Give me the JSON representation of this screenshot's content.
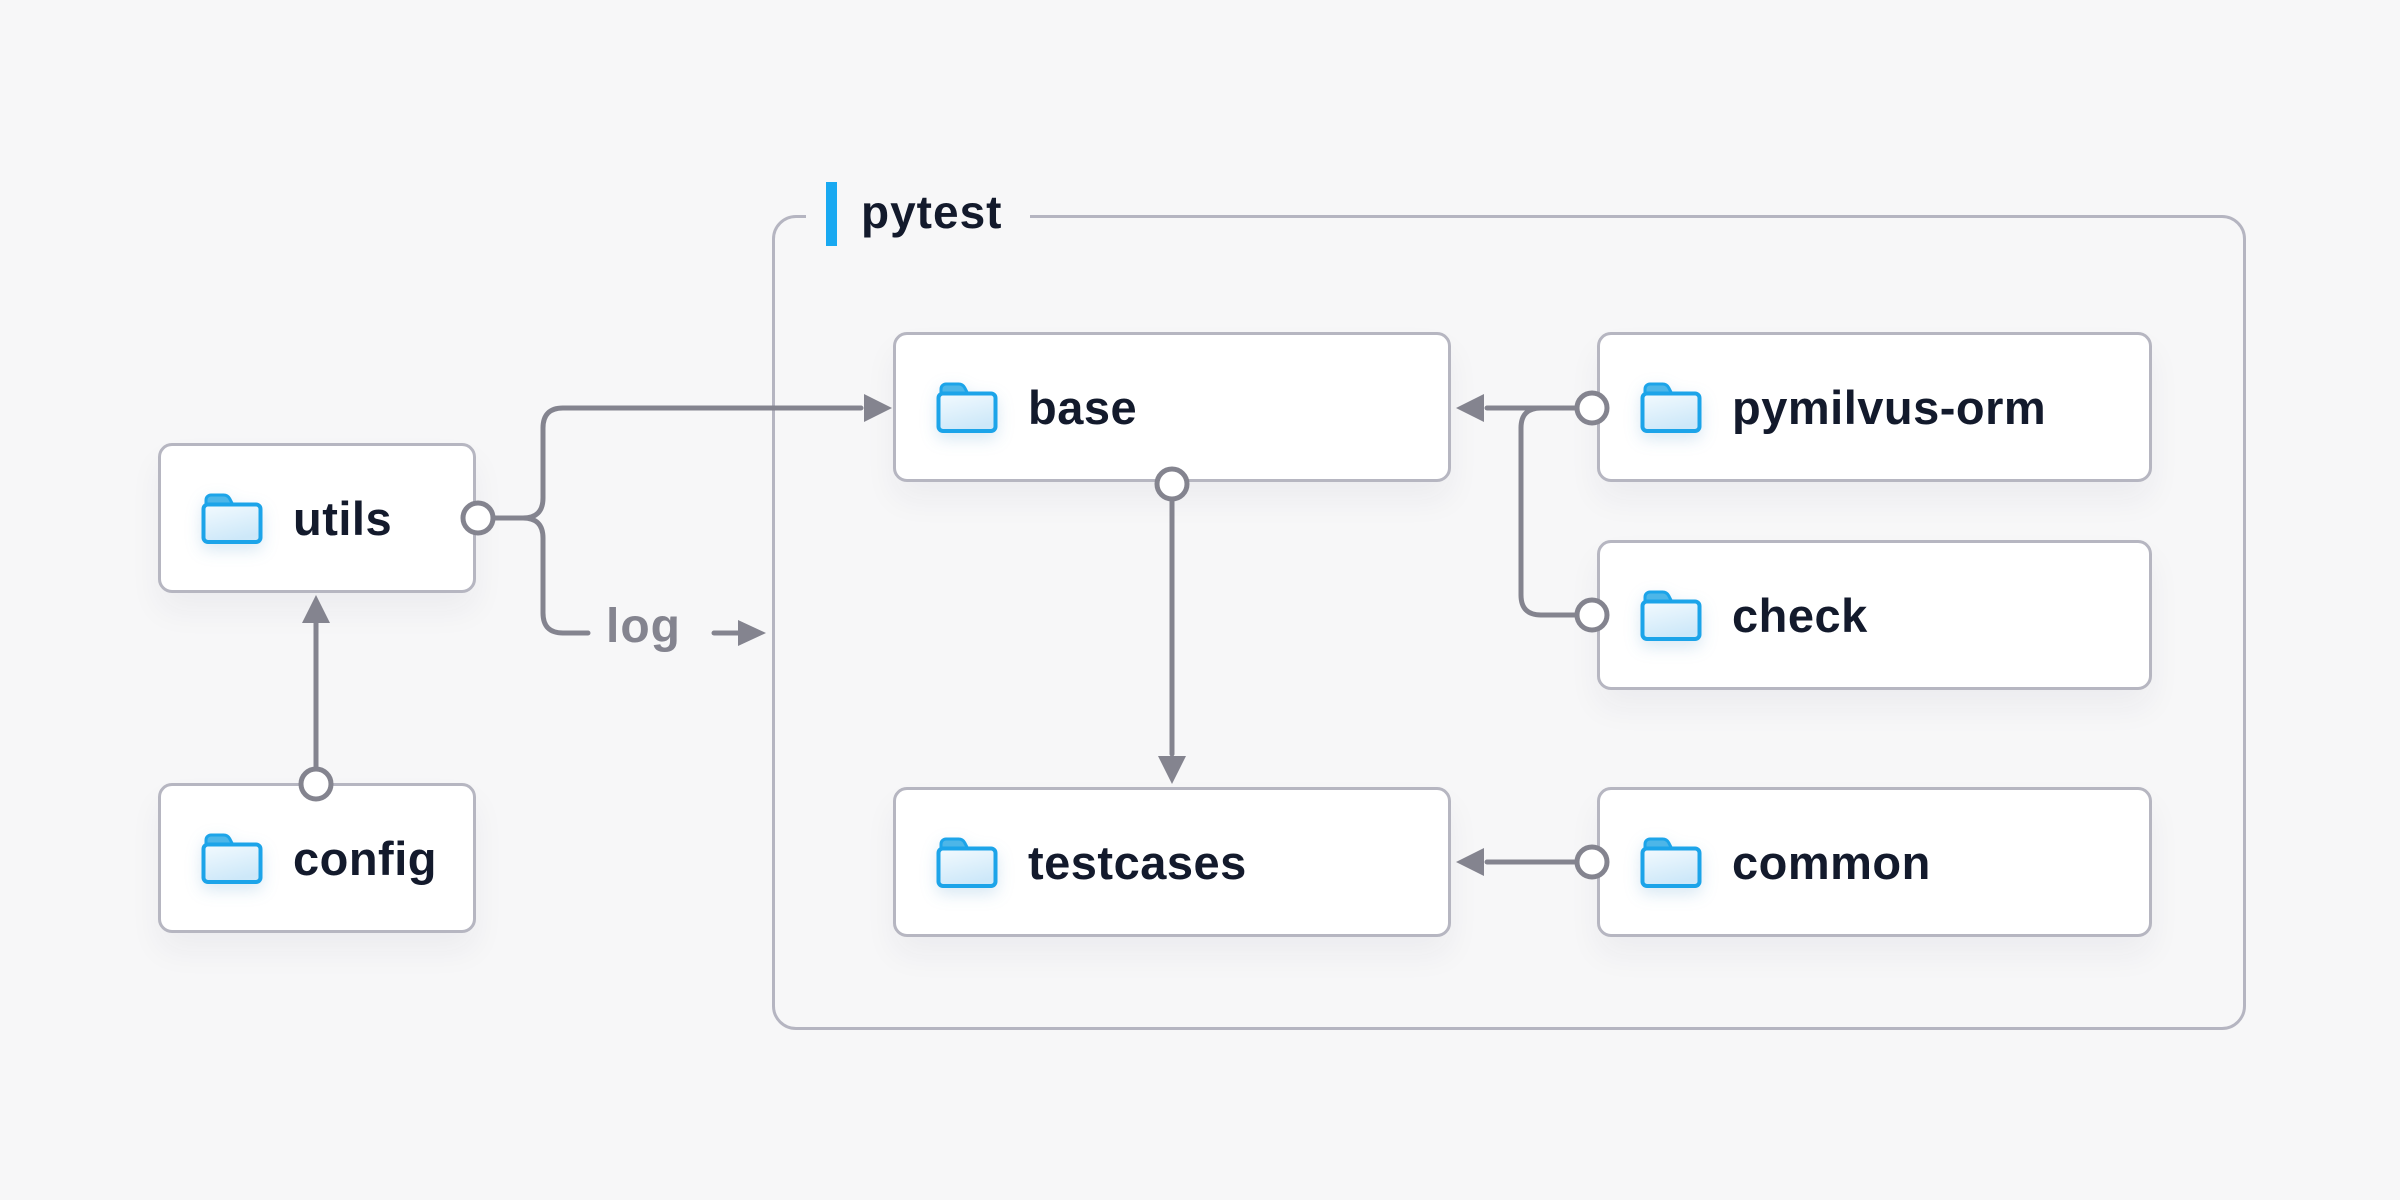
{
  "diagram": {
    "type": "dependency-diagram",
    "background": "#f7f7f8",
    "container": {
      "label": "pytest",
      "accent_color": "#19a9f1",
      "border_color": "#b5b5c1"
    },
    "nodes": [
      {
        "id": "utils",
        "label": "utils",
        "icon": "folder-icon"
      },
      {
        "id": "config",
        "label": "config",
        "icon": "folder-icon"
      },
      {
        "id": "base",
        "label": "base",
        "icon": "folder-icon"
      },
      {
        "id": "pymilvus-orm",
        "label": "pymilvus-orm",
        "icon": "folder-icon"
      },
      {
        "id": "check",
        "label": "check",
        "icon": "folder-icon"
      },
      {
        "id": "testcases",
        "label": "testcases",
        "icon": "folder-icon"
      },
      {
        "id": "common",
        "label": "common",
        "icon": "folder-icon"
      }
    ],
    "edges": [
      {
        "from": "config",
        "to": "utils",
        "label": ""
      },
      {
        "from": "utils",
        "to": "base",
        "label": ""
      },
      {
        "from": "utils",
        "to": "pytest",
        "label": "log"
      },
      {
        "from": "pymilvus-orm",
        "to": "base",
        "label": ""
      },
      {
        "from": "check",
        "to": "base",
        "label": ""
      },
      {
        "from": "base",
        "to": "testcases",
        "label": ""
      },
      {
        "from": "common",
        "to": "testcases",
        "label": ""
      }
    ],
    "edge_label_log": "log",
    "colors": {
      "line": "#84848f",
      "node_border": "#b6b6c1",
      "node_background": "#ffffff",
      "text": "#131a2c",
      "edge_label_text": "#84848f",
      "folder_blue": "#1ca4e9"
    }
  }
}
